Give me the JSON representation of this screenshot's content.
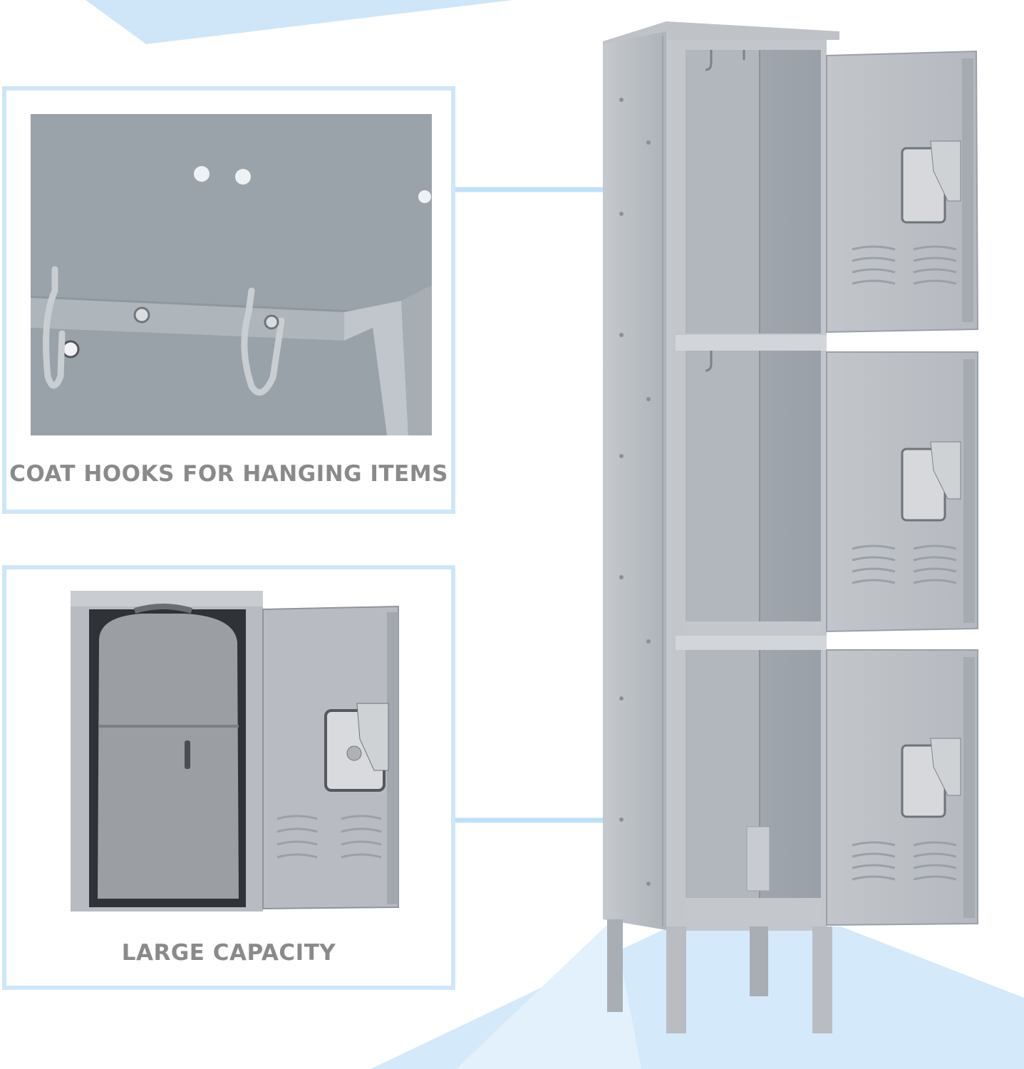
{
  "captions": {
    "hooks": "COAT HOOKS FOR HANGING ITEMS",
    "capacity": "LARGE CAPACITY"
  },
  "colors": {
    "accent_blue": "#cfe6f8",
    "locker_grey": "#b8bcc2",
    "locker_dark": "#8f959c",
    "caption_grey": "#8a8a8a"
  },
  "product": {
    "compartments": 3
  }
}
